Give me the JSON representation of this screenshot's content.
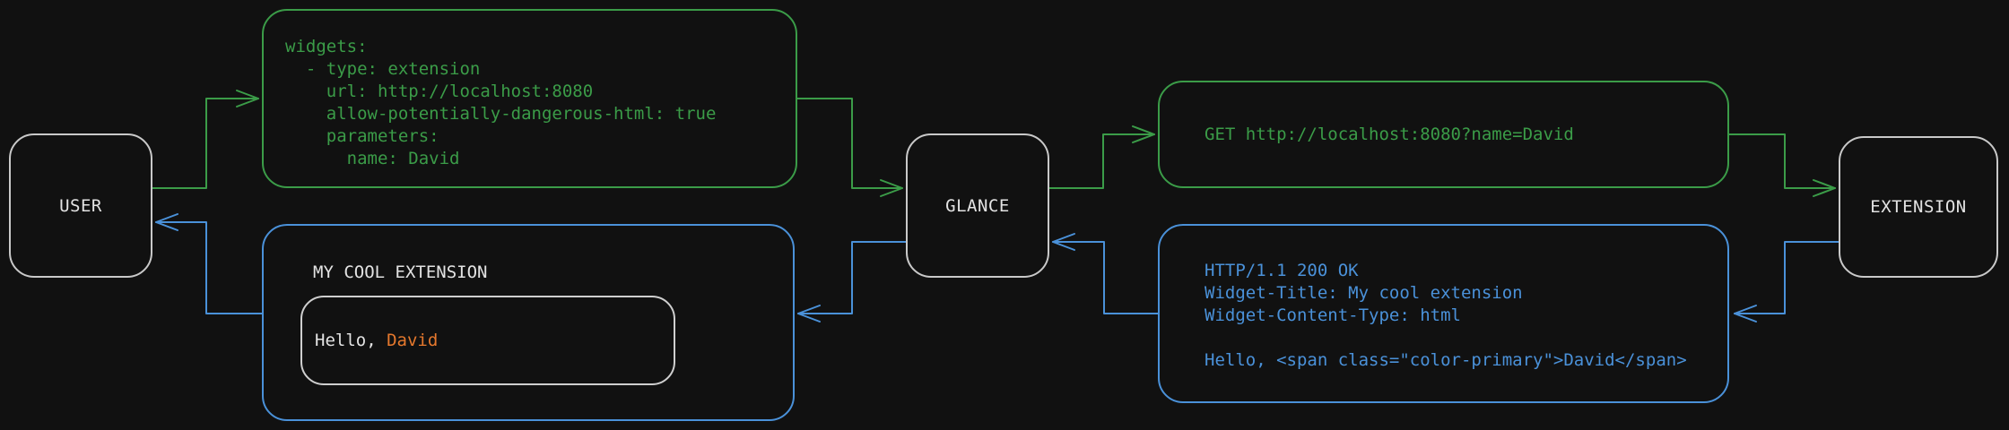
{
  "colors": {
    "background": "#111111",
    "green": "#3b9c48",
    "blue": "#4a91d9",
    "orange": "#e5782d",
    "node_border": "#c9c9c9",
    "inner_border": "#cfcfcf",
    "text": "#e3e3e3"
  },
  "nodes": {
    "user": "USER",
    "glance": "GLANCE",
    "extension": "EXTENSION"
  },
  "config_box": {
    "lines": [
      "widgets:",
      "  - type: extension",
      "    url: http://localhost:8080",
      "    allow-potentially-dangerous-html: true",
      "    parameters:",
      "      name: David"
    ]
  },
  "request_box": {
    "text": "GET http://localhost:8080?name=David"
  },
  "response_box": {
    "lines": [
      "HTTP/1.1 200 OK",
      "Widget-Title: My cool extension",
      "Widget-Content-Type: html",
      "",
      "Hello, <span class=\"color-primary\">David</span>"
    ]
  },
  "widget_box": {
    "title": "MY COOL EXTENSION",
    "greeting_prefix": "Hello, ",
    "greeting_name": "David"
  }
}
